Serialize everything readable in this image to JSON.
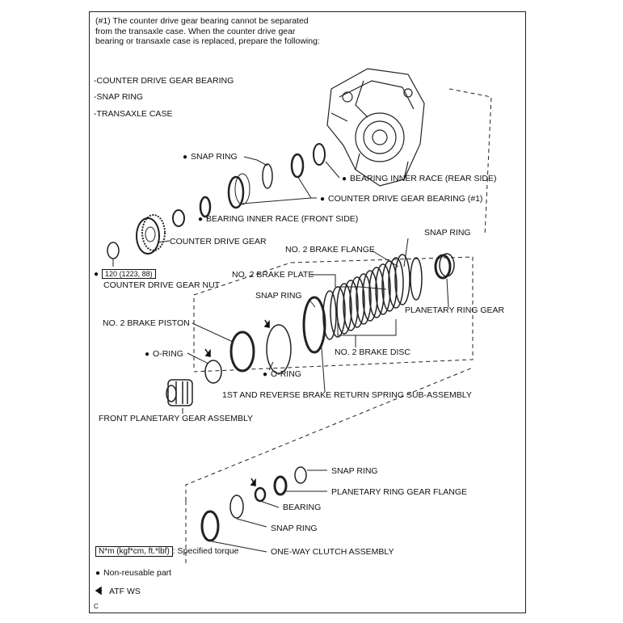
{
  "note_lines": [
    "(#1) The counter drive gear bearing cannot be separated",
    "from the transaxle case. When the counter drive gear",
    "bearing or transaxle case is replaced, prepare the following:"
  ],
  "prepare_items": [
    "COUNTER DRIVE GEAR BEARING",
    "SNAP RING",
    "TRANSAXLE CASE"
  ],
  "labels": {
    "snap_ring_top": "SNAP RING",
    "bearing_inner_race_rear": "BEARING INNER RACE (REAR SIDE)",
    "counter_drive_gear_bearing": "COUNTER DRIVE GEAR BEARING (#1)",
    "bearing_inner_race_front": "BEARING INNER RACE (FRONT SIDE)",
    "counter_drive_gear": "COUNTER DRIVE GEAR",
    "torque_value": "120 (1223, 88)",
    "counter_drive_gear_nut": "COUNTER DRIVE GEAR NUT",
    "no2_brake_flange": "NO. 2 BRAKE FLANGE",
    "snap_ring_right": "SNAP RING",
    "no2_brake_plate": "NO. 2 BRAKE PLATE",
    "snap_ring_mid": "SNAP RING",
    "planetary_ring_gear": "PLANETARY RING GEAR",
    "no2_brake_piston": "NO. 2 BRAKE PISTON",
    "no2_brake_disc": "NO. 2 BRAKE DISC",
    "o_ring_left": "O-RING",
    "o_ring_right": "O-RING",
    "return_spring": "1ST AND REVERSE BRAKE RETURN SPRING SUB-ASSEMBLY",
    "front_planetary_gear": "FRONT PLANETARY GEAR ASSEMBLY",
    "snap_ring_low_right": "SNAP RING",
    "planetary_ring_gear_flange": "PLANETARY RING GEAR FLANGE",
    "bearing": "BEARING",
    "snap_ring_low": "SNAP RING",
    "one_way_clutch": "ONE-WAY CLUTCH ASSEMBLY"
  },
  "legend": {
    "torque_box": "N*m (kgf*cm, ft.*lbf)",
    "torque_desc": ": Specified torque",
    "non_reusable": "Non-reusable part",
    "atf": "ATF WS"
  },
  "corner_mark": "C"
}
